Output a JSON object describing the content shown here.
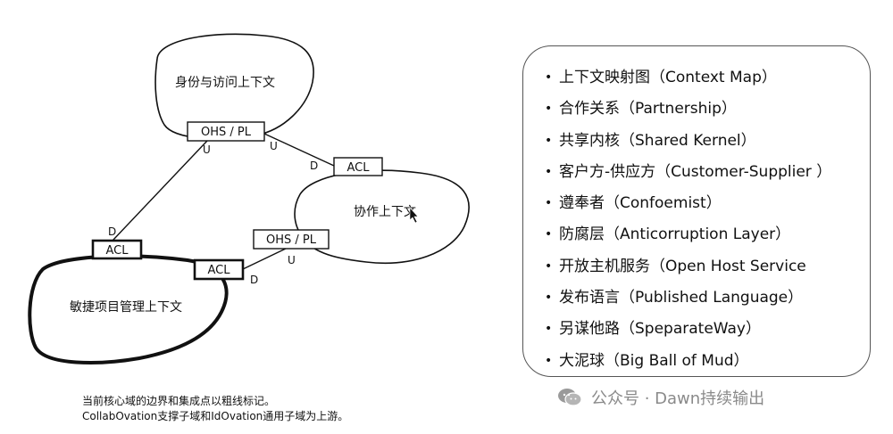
{
  "diagram": {
    "contexts": {
      "identity": "身份与访问上下文",
      "collab": "协作上下文",
      "agile": "敏捷项目管理上下文"
    },
    "boxes": {
      "ohs_pl_top": "OHS / PL",
      "acl_collab": "ACL",
      "ohs_pl_collab": "OHS / PL",
      "acl_agile_top": "ACL",
      "acl_agile_right": "ACL"
    },
    "ud": {
      "u_top_left": "U",
      "u_top_right": "U",
      "d_collab": "D",
      "d_agile_left": "D",
      "u_collab_bottom": "U",
      "d_agile_right": "D"
    }
  },
  "caption": {
    "line1": "当前核心域的边界和集成点以粗线标记。",
    "line2": "CollabOvation支撑子域和IdOvation通用子域为上游。"
  },
  "panel": {
    "items": [
      "上下文映射图（Context Map）",
      "合作关系（Partnership）",
      "共享内核（Shared Kernel）",
      "客户方-供应方（Customer-Supplier ）",
      "遵奉者（Confoemist）",
      "防腐层（Anticorruption Layer）",
      "开放主机服务（Open Host Service",
      "发布语言（Published Language）",
      "另谋他路（SpeparateWay）",
      "大泥球（Big Ball of Mud）"
    ]
  },
  "watermark": {
    "text": "公众号 · Dawn持续输出"
  }
}
